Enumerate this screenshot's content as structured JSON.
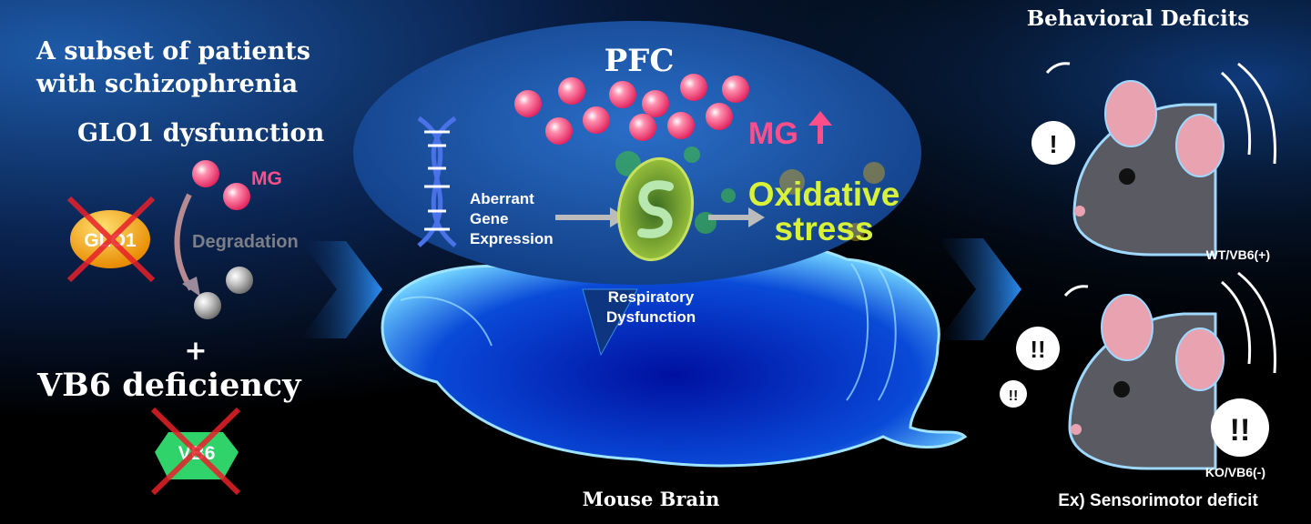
{
  "left": {
    "title_line1": "A subset of patients",
    "title_line2": "with schizophrenia",
    "glo1_heading": "GLO1 dysfunction",
    "mg_label": "MG",
    "degradation_label": "Degradation",
    "glo1_label": "GLO1",
    "plus": "+",
    "vb6_heading": "VB6 deficiency",
    "vb6_label": "VB6"
  },
  "center": {
    "pfc_title": "PFC",
    "mg_up_label": "MG",
    "aberrant_line1": "Aberrant",
    "aberrant_line2": "Gene",
    "aberrant_line3": "Expression",
    "oxidative_line1": "Oxidative",
    "oxidative_line2": "stress",
    "respiratory_line1": "Respiratory",
    "respiratory_line2": "Dysfunction",
    "brain_caption": "Mouse Brain"
  },
  "right": {
    "title": "Behavioral Deficits",
    "wt_label": "WT/VB6(+)",
    "ko_label": "KO/VB6(-)",
    "bubble_single": "!",
    "bubble_double": "!!",
    "caption": "Ex) Sensorimotor deficit"
  },
  "colors": {
    "mg_pink": "#ff4f8a",
    "oxidative_yellow": "#d8f23a",
    "glo1_orange": "#f5a000",
    "vb6_green": "#2fd36a",
    "cross_red": "#e8202a"
  }
}
